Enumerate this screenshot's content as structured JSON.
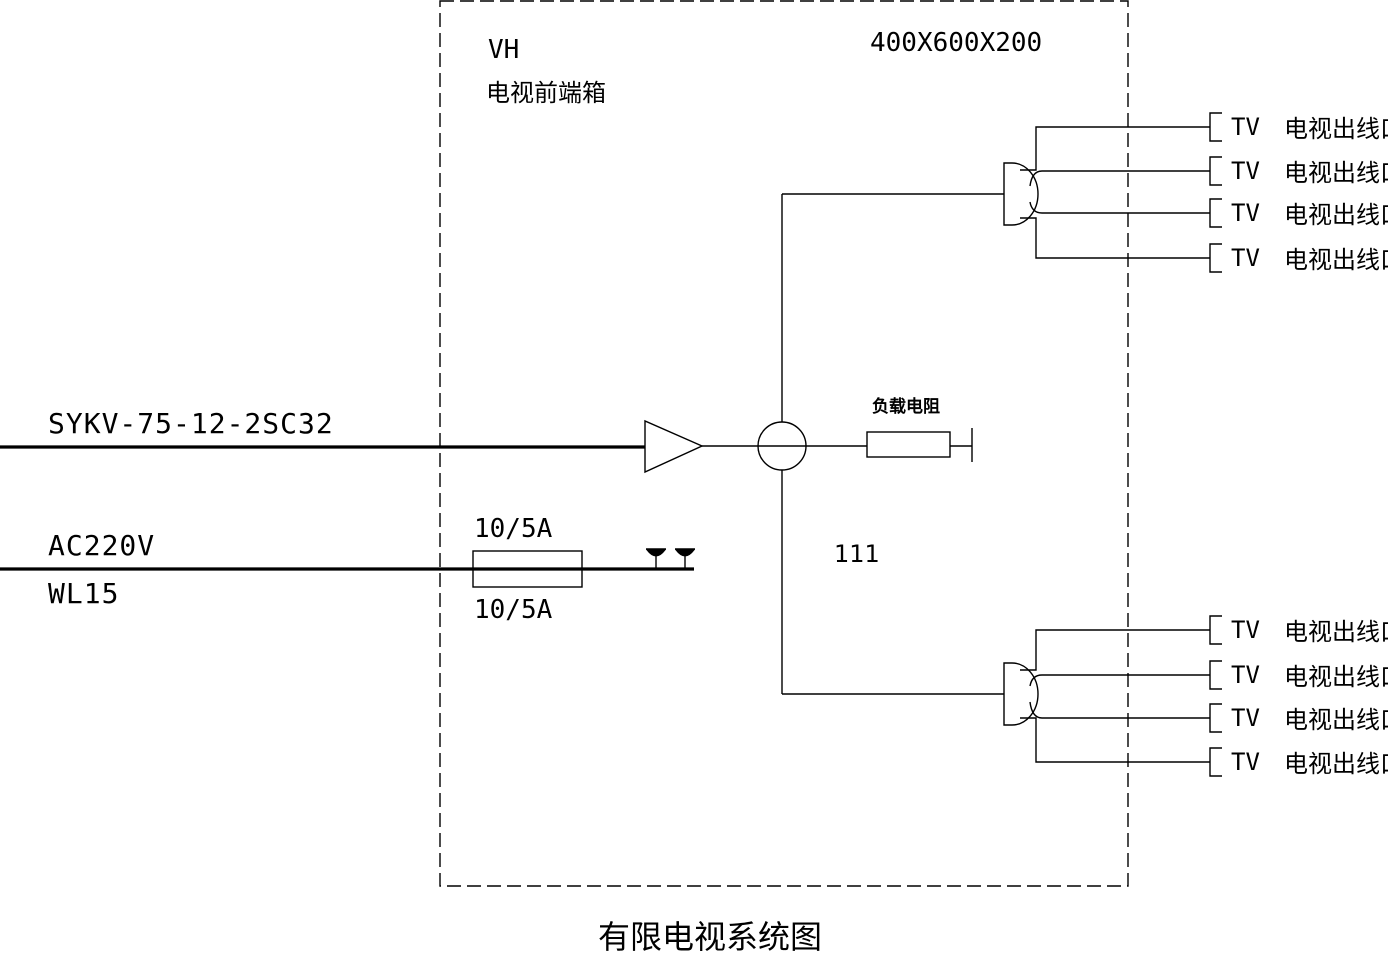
{
  "box": {
    "code": "VH",
    "name": "电视前端箱",
    "size": "400X600X200"
  },
  "feeds": {
    "signal_cable": "SYKV-75-12-2SC32",
    "power_label": "AC220V",
    "power_circuit": "WL15",
    "fuse_top": "10/5A",
    "fuse_bottom": "10/5A"
  },
  "components": {
    "load_resistor": "负载电阻",
    "node_label": "111"
  },
  "outlets": {
    "tag": "TV",
    "label": "电视出线口",
    "upper_count": 4,
    "lower_count": 4
  },
  "caption": "有限电视系统图"
}
